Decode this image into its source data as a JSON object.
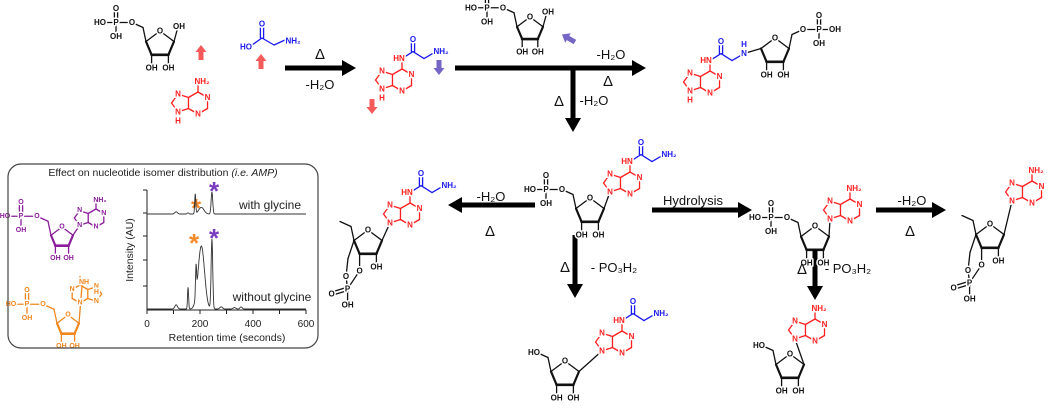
{
  "atoms": {
    "HO": "HO",
    "OH": "OH",
    "O": "O",
    "P": "P",
    "N": "N",
    "H": "H",
    "NH": "NH",
    "HN": "HN",
    "NH2": "NH₂"
  },
  "reactions": {
    "delta": "Δ",
    "minus_water": "-H₂O",
    "hydrolysis": "Hydrolysis",
    "minus_phosphate": "- PO₃H₂"
  },
  "colors": {
    "adenine": "#ff1f1f",
    "glycine": "#1a1aee",
    "ribose": "#111111",
    "amp_isomer_purple": "#8a1c9a",
    "amp_isomer_orange": "#f0861e",
    "star_purple": "#7a3cc0",
    "star_orange": "#f58a2a",
    "arrow_red": "#f65a5a",
    "arrow_purple": "#7566c6"
  },
  "inset": {
    "title": "Effect on nucleotide isomer distribution ",
    "title_italic": "(i.e. AMP)",
    "star": "*"
  },
  "chart_data": {
    "type": "line",
    "title": "Effect on nucleotide isomer distribution (i.e. AMP)",
    "xlabel": "Retention time (seconds)",
    "ylabel": "Intensity (AU)",
    "xlim": [
      0,
      600
    ],
    "x_ticks": [
      "0",
      "200",
      "400",
      "600"
    ],
    "series": [
      {
        "name": "with glycine",
        "label": "with glycine",
        "peaks": [
          {
            "x": 110,
            "h": 0.1,
            "w": 5
          },
          {
            "x": 155,
            "h": 0.05,
            "w": 3
          },
          {
            "x": 182,
            "h": 0.9,
            "w": 2
          },
          {
            "x": 205,
            "h": 0.3,
            "w": 10
          },
          {
            "x": 245,
            "h": 1.0,
            "w": 3
          }
        ]
      },
      {
        "name": "without glycine",
        "label": "without glycine",
        "peaks": [
          {
            "x": 110,
            "h": 0.06,
            "w": 5
          },
          {
            "x": 155,
            "h": 0.31,
            "w": 2
          },
          {
            "x": 185,
            "h": 0.42,
            "w": 2
          },
          {
            "x": 205,
            "h": 0.9,
            "w": 12
          },
          {
            "x": 245,
            "h": 1.0,
            "w": 3
          },
          {
            "x": 280,
            "h": 0.03,
            "w": 5
          },
          {
            "x": 330,
            "h": 0.02,
            "w": 5
          },
          {
            "x": 355,
            "h": 0.03,
            "w": 4
          }
        ]
      }
    ],
    "annotations": [
      {
        "text": "*",
        "color": "purple",
        "at_x": 245,
        "series": "with glycine"
      },
      {
        "text": "*",
        "color": "orange",
        "at_x": 205,
        "series": "with glycine"
      },
      {
        "text": "*",
        "color": "purple",
        "at_x": 245,
        "series": "without glycine"
      },
      {
        "text": "*",
        "color": "orange",
        "at_x": 205,
        "series": "without glycine"
      }
    ]
  }
}
